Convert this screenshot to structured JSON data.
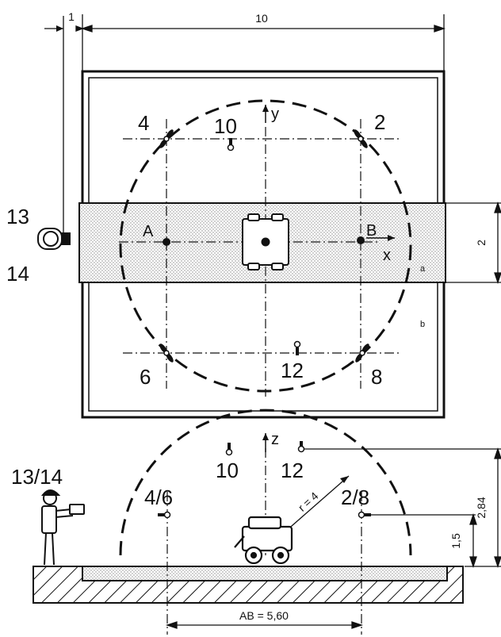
{
  "top_view": {
    "dimensions": {
      "offset": "1",
      "width": "10",
      "strip": "2"
    },
    "axes": {
      "x": "x",
      "y": "y"
    },
    "points": {
      "a": "A",
      "b": "B"
    },
    "zones": {
      "a": "a",
      "b": "b"
    },
    "mics": {
      "m2": "2",
      "m4": "4",
      "m6": "6",
      "m8": "8",
      "m10": "10",
      "m12": "12",
      "m13": "13",
      "m14": "14"
    }
  },
  "side_view": {
    "labels": {
      "operator": "13/14",
      "pair46": "4/6",
      "pair28": "2/8",
      "m10": "10",
      "m12": "12"
    },
    "axis_z": "z",
    "radius": "r = 4",
    "dim_total_height": "2,84",
    "dim_lower_height": "1,5",
    "dim_ab": "AB = 5,60"
  },
  "colors": {
    "stroke": "#111111",
    "background": "#ffffff",
    "stipple": "#8a8a8a"
  }
}
